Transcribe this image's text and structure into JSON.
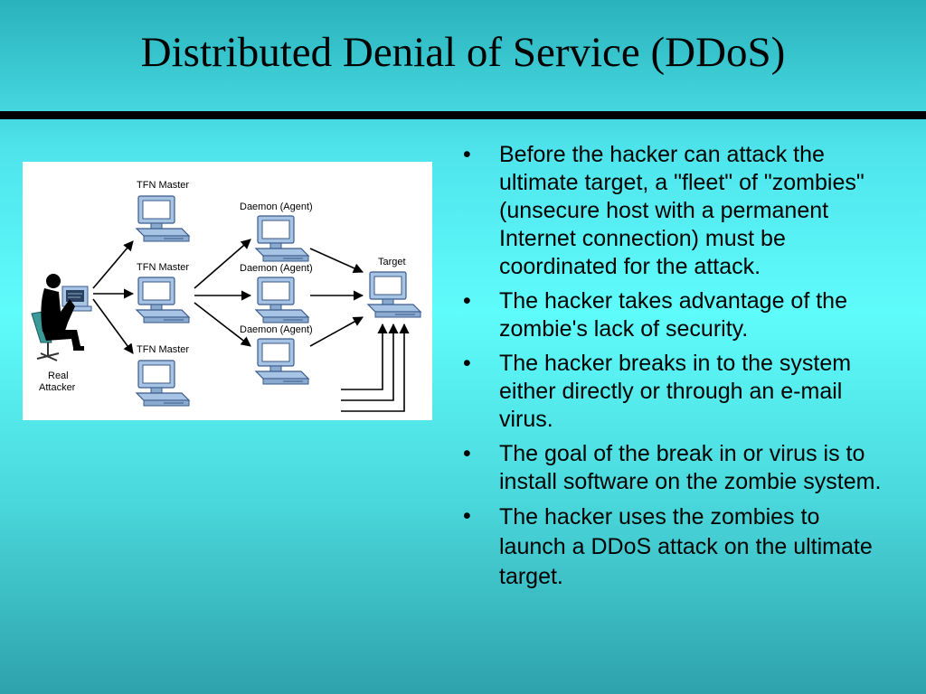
{
  "slide": {
    "title": "Distributed Denial of Service (DDoS)"
  },
  "diagram": {
    "labels": {
      "tfn_master_top": "TFN Master",
      "tfn_master_middle": "TFN Master",
      "tfn_master_bottom": "TFN Master",
      "daemon_top": "Daemon (Agent)",
      "daemon_middle": "Daemon (Agent)",
      "daemon_bottom": "Daemon (Agent)",
      "target": "Target",
      "attacker_line1": "Real",
      "attacker_line2": "Attacker"
    },
    "icons": {
      "computer": "desktop-computer-icon",
      "attacker": "hacker-silhouette-icon"
    }
  },
  "bullets": [
    {
      "marker": "•",
      "text": "Before the hacker can attack the ultimate target, a \"fleet\" of \"zombies\" (unsecure host with a permanent Internet connection) must be coordinated for the attack."
    },
    {
      "marker": "•",
      "text": "The hacker takes advantage of the zombie's lack of security."
    },
    {
      "marker": "•",
      "text": "The hacker breaks in to the system either directly or through an e-mail virus."
    },
    {
      "marker": "•",
      "text": "The goal of the break in or virus is to install software on the zombie system."
    },
    {
      "marker": "•",
      "text": "The hacker uses the zombies to launch a DDoS attack on the ultimate target."
    }
  ],
  "colors": {
    "computer_blue": "#a8c4e4",
    "computer_outline": "#3a5a8a",
    "attacker_chair": "#3a9a9a"
  }
}
